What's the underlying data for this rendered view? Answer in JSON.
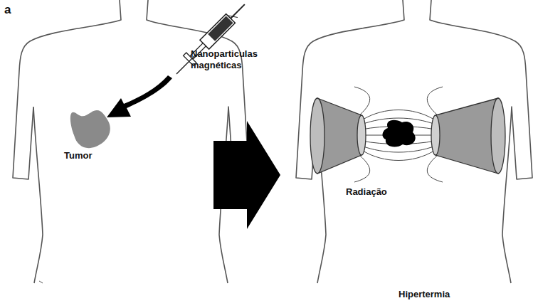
{
  "diagram": {
    "labels": [
      "a",
      "Nanoparticulas magnéticas",
      "Tumor",
      "Radiação",
      "Hipertermia"
    ]
  }
}
